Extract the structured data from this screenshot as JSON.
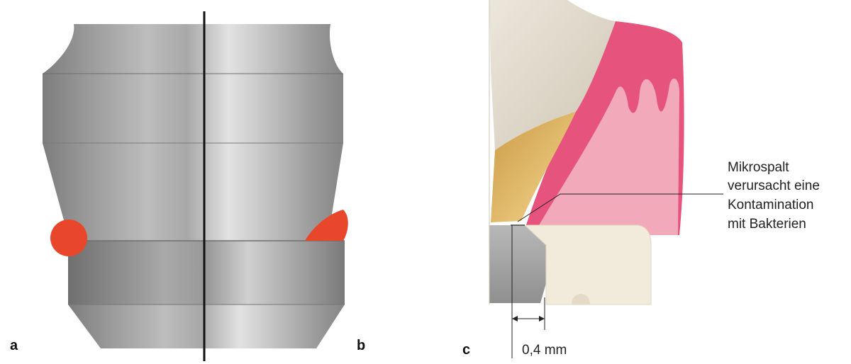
{
  "panel_labels": {
    "a": "a",
    "b": "b",
    "c": "c"
  },
  "annotation": {
    "lines": [
      "Mikrospalt",
      "verursacht eine",
      "Kontamination",
      "mit Bakterien"
    ]
  },
  "dimension": {
    "label": "0,4 mm"
  },
  "colors": {
    "metal_dark": "#8a8a8a",
    "metal_light": "#d6d6d6",
    "contamination": "#e8472c",
    "crown": "#ddd6c8",
    "gold": "#d9a94e",
    "gum_dark": "#e6507a",
    "gum_light": "#f2a8b8",
    "abutment": "#f1e9da",
    "implant": "#a6a6a6"
  }
}
